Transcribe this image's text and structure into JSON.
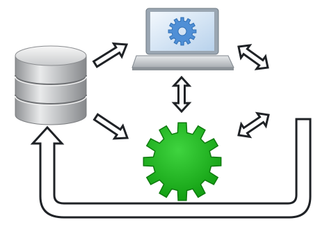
{
  "diagram": {
    "nodes": [
      {
        "id": "database",
        "icon": "database-icon",
        "colors": {
          "body": "#b9bbbd",
          "highlight": "#f2f2f2",
          "shadow": "#8a8c8f",
          "outline": "#7a7c7f"
        }
      },
      {
        "id": "laptop",
        "icon": "laptop-icon",
        "colors": {
          "screen": "#cfe3f5",
          "bezel": "#9aa6b2",
          "keyboard": "#d4d8dc",
          "gear": "#4f8fd6"
        }
      },
      {
        "id": "gear",
        "icon": "gear-icon",
        "colors": {
          "fill": "#1db31d",
          "edge": "#0e7a0e"
        }
      }
    ],
    "connectors": [
      {
        "from": "database",
        "to": "laptop",
        "style": "single-hollow-arrow"
      },
      {
        "from": "database",
        "to": "gear",
        "style": "single-hollow-arrow"
      },
      {
        "from": "laptop",
        "to": "gear",
        "style": "double-hollow-arrow"
      },
      {
        "from": "laptop",
        "to": "right",
        "style": "double-hollow-arrow"
      },
      {
        "from": "right",
        "to": "gear",
        "style": "double-hollow-arrow"
      },
      {
        "from": "right",
        "to": "database",
        "style": "loop-back-hollow-arrow"
      }
    ],
    "colors": {
      "arrow_outline": "#1f2226",
      "arrow_fill": "#ffffff"
    }
  }
}
